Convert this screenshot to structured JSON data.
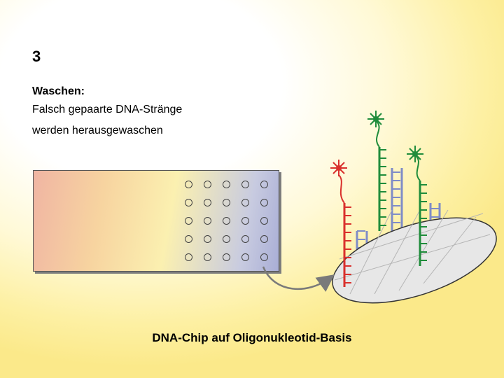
{
  "slide": {
    "number": "3",
    "step_title": "Waschen:",
    "step_lines": [
      "Falsch gepaarte DNA-Stränge",
      "werden herausgewaschen"
    ],
    "caption": "DNA-Chip auf Oligonukleotid-Basis"
  },
  "chip": {
    "rows": 5,
    "cols": 5
  },
  "colors": {
    "red_strand": "#d9302c",
    "green_strand": "#1f8c3b",
    "blue_probe": "#7f8cc7",
    "arrow": "#7a7a7a"
  }
}
